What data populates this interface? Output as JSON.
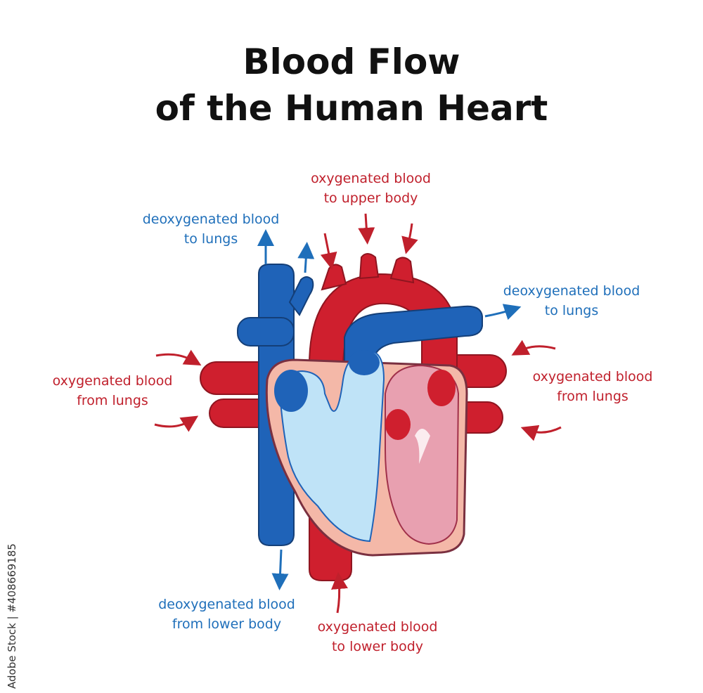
{
  "title": {
    "line1": "Blood Flow",
    "line2": "of the Human Heart"
  },
  "labels": {
    "upper_body": {
      "line1": "oxygenated blood",
      "line2": "to upper body"
    },
    "lungs_left_top": {
      "line1": "deoxygenated blood",
      "line2": "to lungs"
    },
    "lungs_right_top": {
      "line1": "deoxygenated blood",
      "line2": "to lungs"
    },
    "from_lungs_left": {
      "line1": "oxygenated blood",
      "line2": "from lungs"
    },
    "from_lungs_right": {
      "line1": "oxygenated blood",
      "line2": "from lungs"
    },
    "from_lower_body": {
      "line1": "deoxygenated blood",
      "line2": "from lower body"
    },
    "to_lower_body": {
      "line1": "oxygenated blood",
      "line2": "to lower body"
    }
  },
  "watermark": "Adobe Stock | #408669185",
  "colors": {
    "oxygenated": "#c0202c",
    "deoxygenated": "#1f6fba",
    "artery": "#cf1f2e",
    "vein": "#1f63b8",
    "muscle": "#f4b8a8",
    "left_chambers": "#e8a0b0",
    "right_chambers": "#bfe3f7"
  }
}
